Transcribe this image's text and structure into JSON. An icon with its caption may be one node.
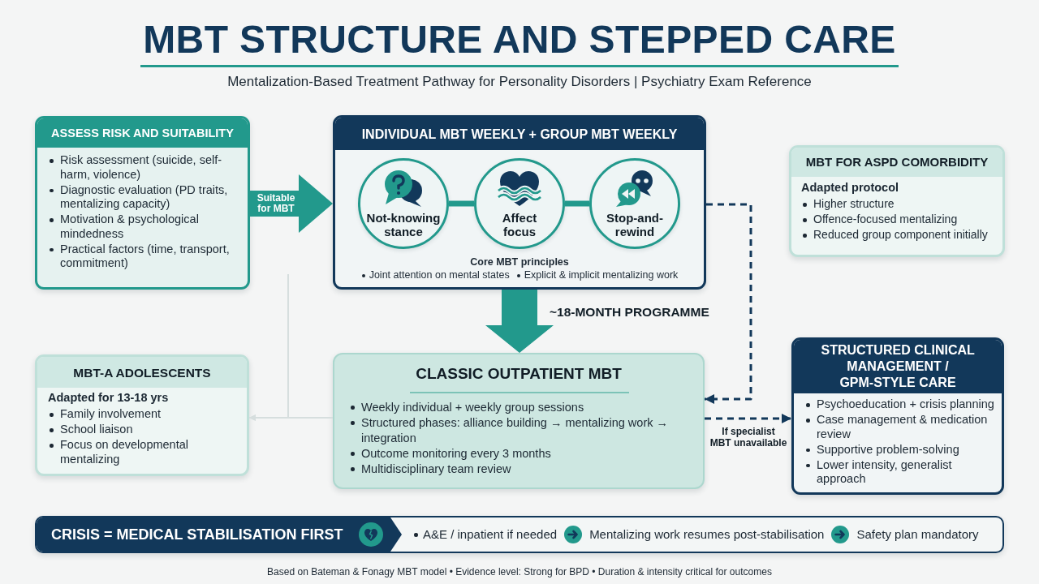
{
  "diagram": {
    "title": "MBT STRUCTURE AND STEPPED CARE",
    "caption": "Based on Bateman & Fonagy MBT model • Evidence level: Strong for BPD • Duration & intensity critical for outcomes",
    "nodes": [
      {
        "text": [
          "ASSESS RISK AND SUITABILITY",
          "Risk assessment (suicide, self-harm, violence)",
          "Diagnostic evaluation (PD traits, mentalizing capacity)",
          "Motivation & psychological mindedness",
          "Practical factors (time, transport, commitment)"
        ]
      },
      {
        "text": [
          "INDIVIDUAL MBT WEEKLY + GROUP MBT WEEKLY",
          "Core MBT principles",
          "Joint attention on mental states",
          "Explicit & implicit mentalizing work"
        ]
      },
      {
        "text": [
          "Not-knowing stance"
        ],
        "in": 1
      },
      {
        "text": [
          "Affect focus"
        ],
        "in": 1
      },
      {
        "text": [
          "Stop-and-rewind"
        ],
        "in": 1
      },
      {
        "text": [
          "MBT FOR ASPD COMORBIDITY",
          "Adapted protocol",
          "Higher structure",
          "Offence-focused mentalizing",
          "Reduced group component initially"
        ]
      },
      {
        "text": [
          "MBT-A ADOLESCENTS",
          "Adapted for 13-18 yrs",
          "Family involvement",
          "School liaison",
          "Focus on developmental mentalizing"
        ]
      },
      {
        "text": [
          "CLASSIC OUTPATIENT MBT",
          "Weekly individual + weekly group sessions",
          "Structured phases: alliance building → mentalizing work → integration",
          "Outcome monitoring every 3 months",
          "Multidisciplinary team review"
        ]
      },
      {
        "text": [
          "STRUCTURED CLINICAL MANAGEMENT / GPM-STYLE CARE",
          "Psychoeducation + crisis planning",
          "Case management & medication review",
          "Supportive problem-solving",
          "Lower intensity, generalist approach"
        ]
      },
      {
        "text": [
          "CRISIS = MEDICAL STABILISATION FIRST",
          "A&E / inpatient if needed",
          "Mentalizing work resumes post-stabilisation",
          "Safety plan mandatory"
        ]
      }
    ],
    "edges": [
      {
        "from": 0,
        "to": 1,
        "arrow": "to",
        "label": "Suitable for MBT",
        "style": "thick"
      },
      {
        "from": 1,
        "to": 7,
        "arrow": "to",
        "label": "~18-MONTH PROGRAMME",
        "style": "thick"
      },
      {
        "from": 2,
        "to": 3,
        "arrow": "none",
        "style": "thick"
      },
      {
        "from": 3,
        "to": 4,
        "arrow": "none",
        "style": "thick"
      },
      {
        "from": 1,
        "to": 7,
        "arrow": "to",
        "style": "dashed",
        "color": "#12385a"
      },
      {
        "from": 7,
        "to": 8,
        "arrow": "to",
        "label": "If specialist MBT unavailable",
        "style": "dashed",
        "color": "#12385a"
      },
      {
        "from": null,
        "to": 6,
        "arrow": "to",
        "color": "#d6dede"
      },
      {
        "from": 7,
        "to": 6,
        "arrow": "to",
        "color": "#d6dede"
      }
    ],
    "labels": [
      "Mentalization-Based Treatment Pathway for Personality Disorders | Psychiatry Exam Reference"
    ]
  }
}
